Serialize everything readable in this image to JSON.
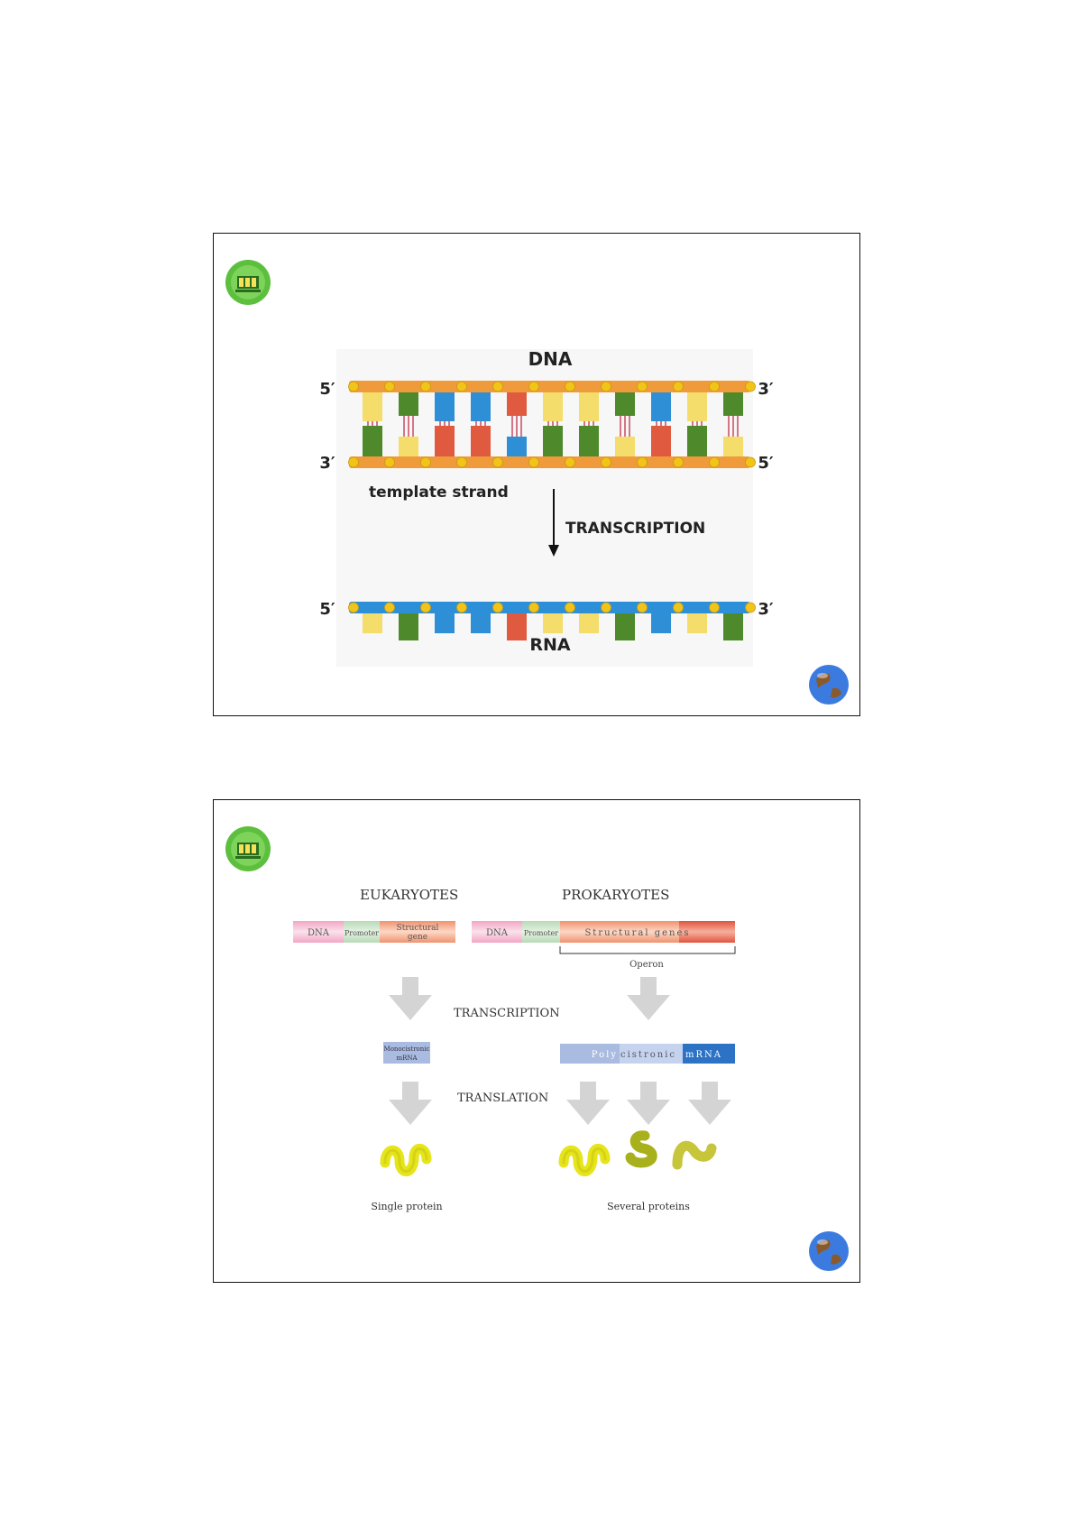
{
  "slide1": {
    "dna_label": "DNA",
    "top_left_end": "5′",
    "top_right_end": "3′",
    "bottom_left_end": "3′",
    "bottom_right_end": "5′",
    "template_label": "template strand",
    "process_label": "TRANSCRIPTION",
    "rna_left_end": "5′",
    "rna_right_end": "3′",
    "rna_label": "RNA",
    "base_colors": {
      "A": "#e05a3f",
      "T": "#2f8fd6",
      "G": "#4e8a2c",
      "C": "#f4dd6a"
    },
    "template_sequence": [
      "G",
      "C",
      "A",
      "A",
      "T",
      "G",
      "G",
      "C",
      "A",
      "G",
      "C"
    ],
    "strand_color": "#ef9b3c",
    "rna_strand_color": "#2e8fd9"
  },
  "slide2": {
    "eukaryotes_heading": "EUKARYOTES",
    "prokaryotes_heading": "PROKARYOTES",
    "euk_gene": {
      "dna": "DNA",
      "promoter": "Promoter",
      "structural_line1": "Structural",
      "structural_line2": "gene"
    },
    "prok_gene": {
      "dna": "DNA",
      "promoter": "Promoter",
      "structural": "Structural genes",
      "operon": "Operon"
    },
    "transcription_label": "TRANSCRIPTION",
    "translation_label": "TRANSLATION",
    "mono_mrna_line1": "Monocistronic",
    "mono_mrna_line2": "mRNA",
    "poly_mrna": [
      "Poly",
      "cistronic",
      "mRNA"
    ],
    "single_protein_label": "Single protein",
    "several_proteins_label": "Several proteins"
  }
}
